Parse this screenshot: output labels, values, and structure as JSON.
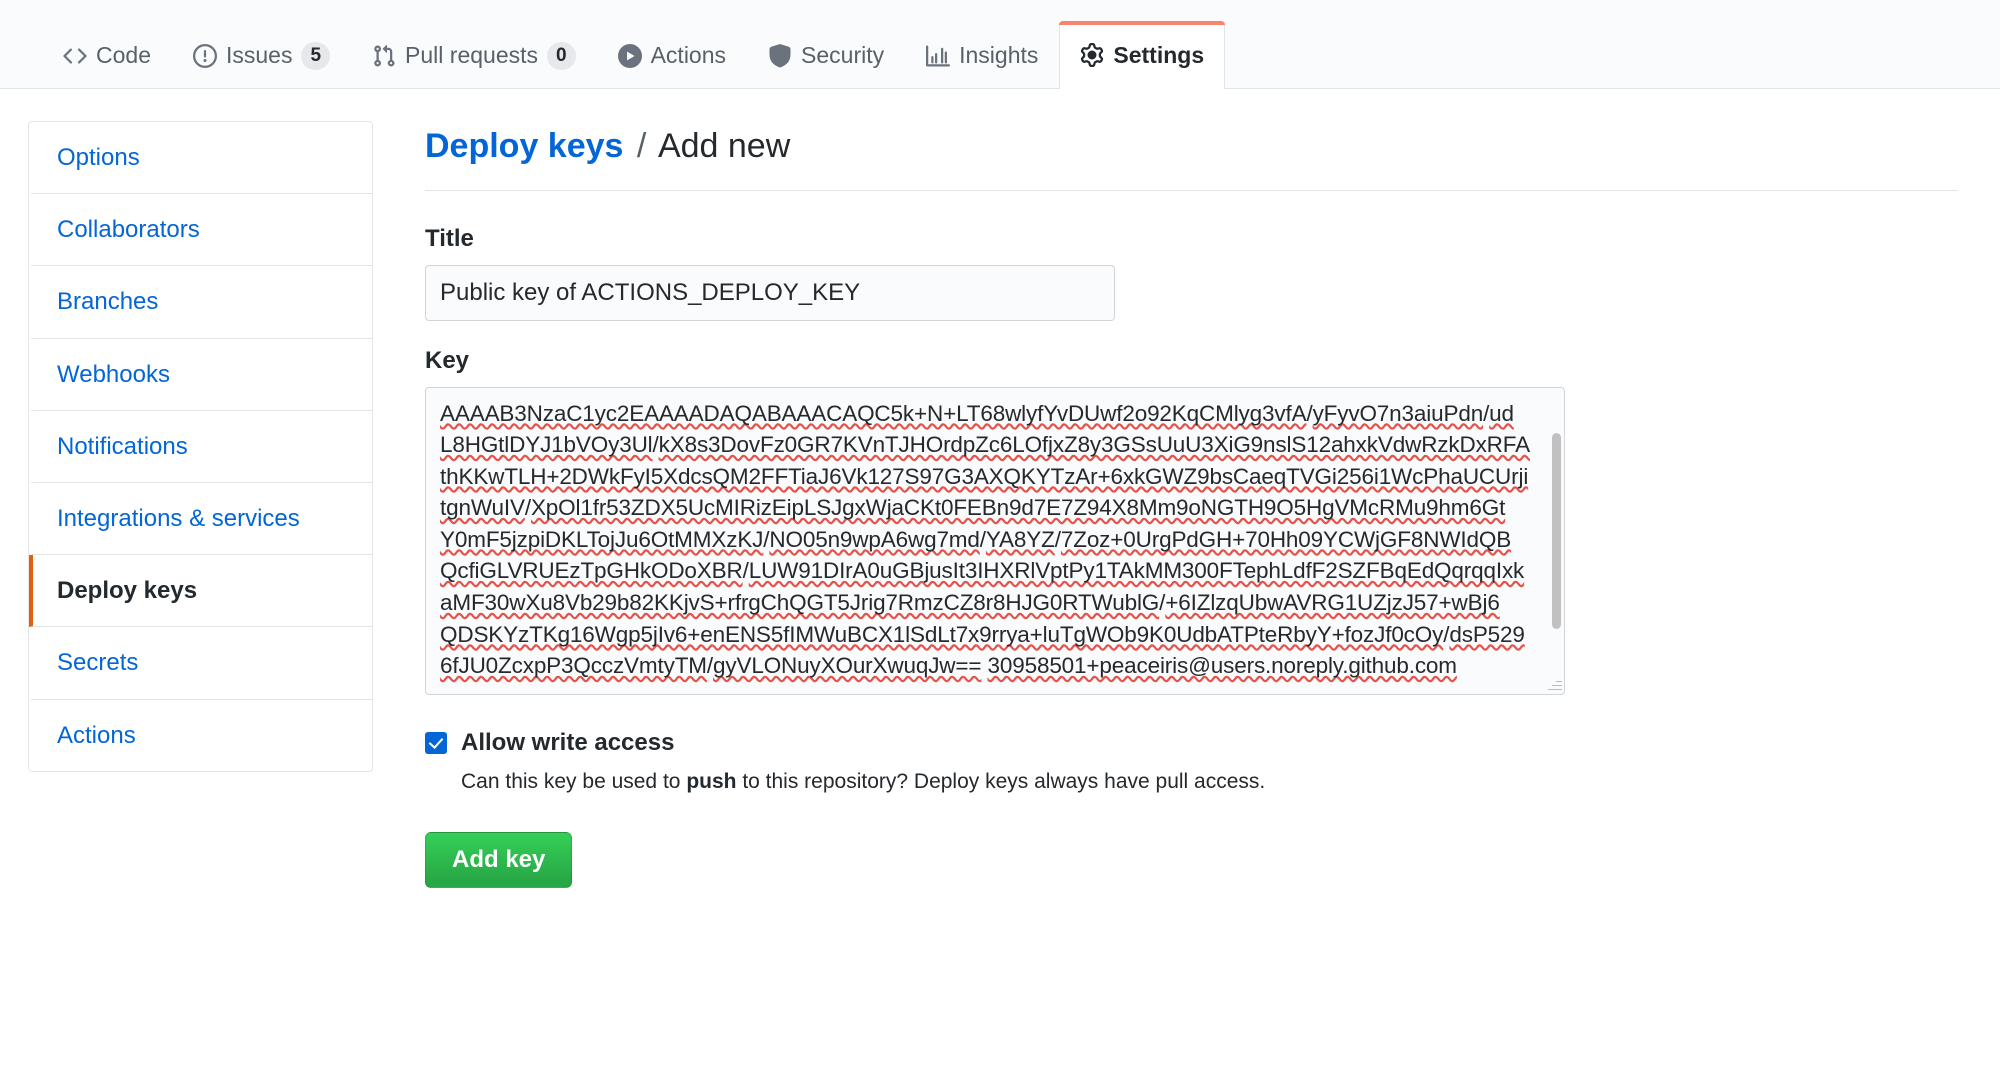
{
  "repo_nav": {
    "tabs": [
      {
        "label": "Code",
        "icon": "code-icon",
        "count": null,
        "active": false
      },
      {
        "label": "Issues",
        "icon": "issue-opened-icon",
        "count": "5",
        "active": false
      },
      {
        "label": "Pull requests",
        "icon": "git-pull-request-icon",
        "count": "0",
        "active": false
      },
      {
        "label": "Actions",
        "icon": "play-icon",
        "count": null,
        "active": false
      },
      {
        "label": "Security",
        "icon": "shield-icon",
        "count": null,
        "active": false
      },
      {
        "label": "Insights",
        "icon": "graph-icon",
        "count": null,
        "active": false
      },
      {
        "label": "Settings",
        "icon": "gear-icon",
        "count": null,
        "active": true
      }
    ]
  },
  "sidebar": {
    "items": [
      {
        "label": "Options",
        "selected": false
      },
      {
        "label": "Collaborators",
        "selected": false
      },
      {
        "label": "Branches",
        "selected": false
      },
      {
        "label": "Webhooks",
        "selected": false
      },
      {
        "label": "Notifications",
        "selected": false
      },
      {
        "label": "Integrations & services",
        "selected": false
      },
      {
        "label": "Deploy keys",
        "selected": true
      },
      {
        "label": "Secrets",
        "selected": false
      },
      {
        "label": "Actions",
        "selected": false
      }
    ]
  },
  "main": {
    "breadcrumb": {
      "link": "Deploy keys",
      "separator": "/",
      "current": "Add new"
    },
    "title_field": {
      "label": "Title",
      "value": "Public key of ACTIONS_DEPLOY_KEY",
      "placeholder": ""
    },
    "key_field": {
      "label": "Key",
      "placeholder": "",
      "lines": [
        "AAAAB3NzaC1yc2EAAAADAQABAAACAQC5k+N+LT68wlyfYvDUwf2o92KqCMlyg3vfA/yFyvO7n3aiuPdn/ud",
        "L8HGtlDYJ1bVOy3Ul/kX8s3DovFz0GR7KVnTJHOrdpZc6LOfjxZ8y3GSsUuU3XiG9nslS12ahxkVdwRzkDxRFA",
        "thKKwTLH+2DWkFyI5XdcsQM2FFTiaJ6Vk127S97G3AXQKYTzAr+6xkGWZ9bsCaeqTVGi256i1WcPhaUCUrji",
        "tgnWuIV/XpOl1fr53ZDX5UcMIRizEipLSJgxWjaCKt0FEBn9d7E7Z94X8Mm9oNGTH9O5HgVMcRMu9hm6Gt",
        "Y0mF5jzpiDKLTojJu6OtMMXzKJ/NO05n9wpA6wg7md/YA8YZ/7Zoz+0UrgPdGH+70Hh09YCWjGF8NWIdQB",
        "QcfiGLVRUEzTpGHkODoXBR/LUW91DIrA0uGBjusIt3IHXRlVptPy1TAkMM300FTephLdfF2SZFBqEdQqrqqIxk",
        "aMF30wXu8Vb29b82KKjvS+rfrgChQGT5Jrig7RmzCZ8r8HJG0RTWublG/+6IZlzqUbwAVRG1UZjzJ57+wBj6",
        "QDSKYzTKg16Wgp5jIv6+enENS5fIMWuBCX1lSdLt7x9rrya+luTgWOb9K0UdbATPteRbyY+fozJf0cOy/dsP529",
        "6fJU0ZcxpP3QcczVmtyTM/gyVLONuyXOurXwuqJw== 30958501+peaceiris@users.noreply.github.com"
      ]
    },
    "write_access": {
      "label": "Allow write access",
      "checked": true,
      "note_prefix": "Can this key be used to ",
      "note_strong": "push",
      "note_suffix": " to this repository? Deploy keys always have pull access."
    },
    "submit_label": "Add key"
  },
  "colors": {
    "accent_orange": "#e36209",
    "tab_active_bar": "#f9826c",
    "link_blue": "#0366d6",
    "button_green": "#2ea44f",
    "spellcheck_red": "#e5534b",
    "border_gray": "#e1e4e8"
  }
}
